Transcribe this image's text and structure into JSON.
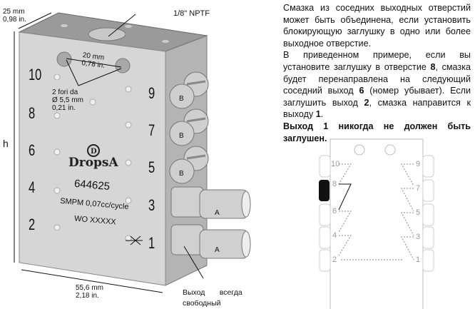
{
  "product_image": {
    "dim_depth": [
      "25 mm",
      "0,98 in."
    ],
    "port_label": "1/8\" NPTF",
    "hole_spacing": [
      "20 mm",
      "0,78 in."
    ],
    "holes_label": [
      "2 fori da",
      "Ø 5,5 mm",
      "0,21 in."
    ],
    "height_label": "h",
    "width_label": [
      "55,6 mm",
      "2,18 in."
    ],
    "left_outlets": [
      "10",
      "8",
      "6",
      "4",
      "2"
    ],
    "right_outlets": [
      "9",
      "7",
      "5",
      "3",
      "1"
    ],
    "brand": "DropsA",
    "part_number": "644625",
    "model": "SMPM  0,07cc/cycle",
    "work_order": "WO  XXXXX",
    "plug_label": "B",
    "fitting_label": "A",
    "free_outlet_note": [
      "Выход       всегда",
      "свободный"
    ]
  },
  "description": {
    "p1": "Смазка из соседних выходных отверстий может быть объединена, если установить блокирующую заглушку в одно или более выходное отверстие.",
    "p2_a": "В приведенном примере, если вы установите заглушку в отверстие ",
    "p2_b": "8",
    "p2_c": ", смазка будет перенаправлена на следующий соседний выход ",
    "p2_d": "6",
    "p2_e": "  (номер убывает). Если заглушить выход ",
    "p2_f": "2",
    "p2_g": ", смазка направится к выходу ",
    "p2_h": "1",
    "p2_i": ".",
    "warning": "Выход 1 никогда не должен быть заглушен."
  },
  "flow_diagram": {
    "left_outlets": [
      "10",
      "8",
      "6",
      "4",
      "2"
    ],
    "right_outlets": [
      "9",
      "7",
      "5",
      "3",
      "1"
    ]
  }
}
